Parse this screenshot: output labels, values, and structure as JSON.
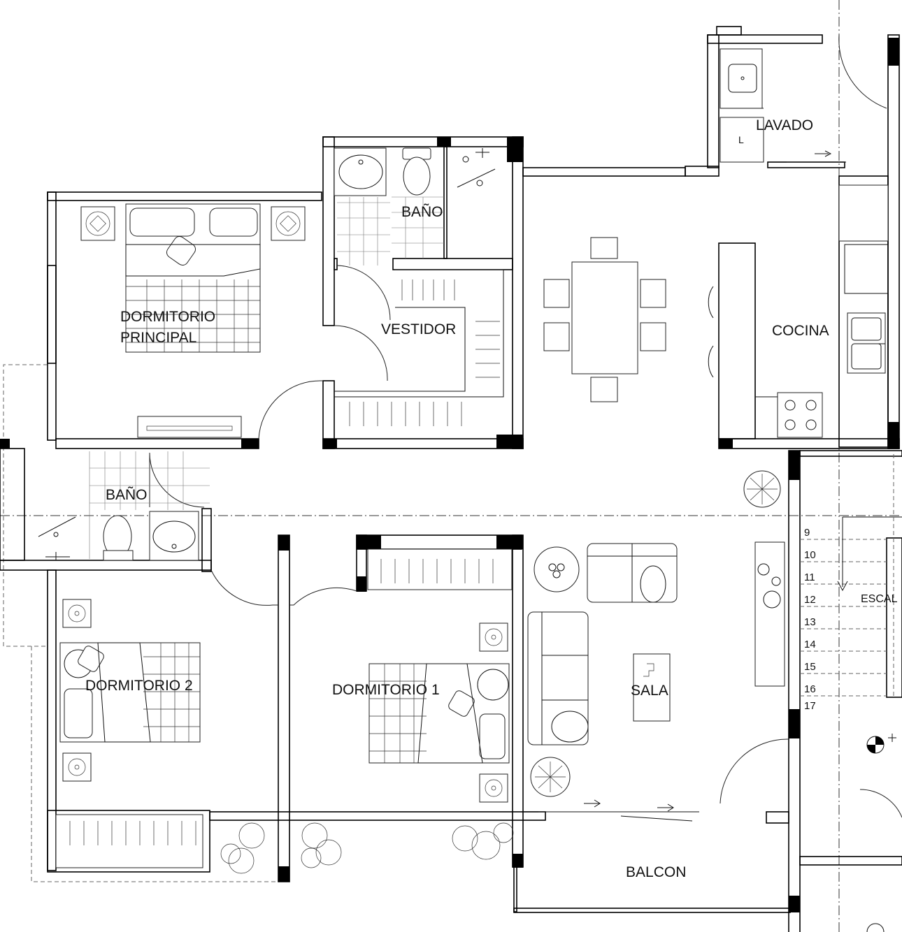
{
  "rooms": {
    "lavado": "LAVADO",
    "lavado_mark": "L",
    "bano_top": "BAÑO",
    "dormitorio_principal_1": "DORMITORIO",
    "dormitorio_principal_2": "PRINCIPAL",
    "vestidor": "VESTIDOR",
    "cocina": "COCINA",
    "bano_mid": "BAÑO",
    "dormitorio_2": "DORMITORIO 2",
    "dormitorio_1": "DORMITORIO 1",
    "sala": "SALA",
    "balcon": "BALCON",
    "escalera": "ESCAL"
  },
  "stairs": {
    "steps": [
      "9",
      "10",
      "11",
      "12",
      "13",
      "14",
      "15",
      "16",
      "17"
    ]
  },
  "colors": {
    "line": "#000000",
    "background": "#ffffff"
  }
}
